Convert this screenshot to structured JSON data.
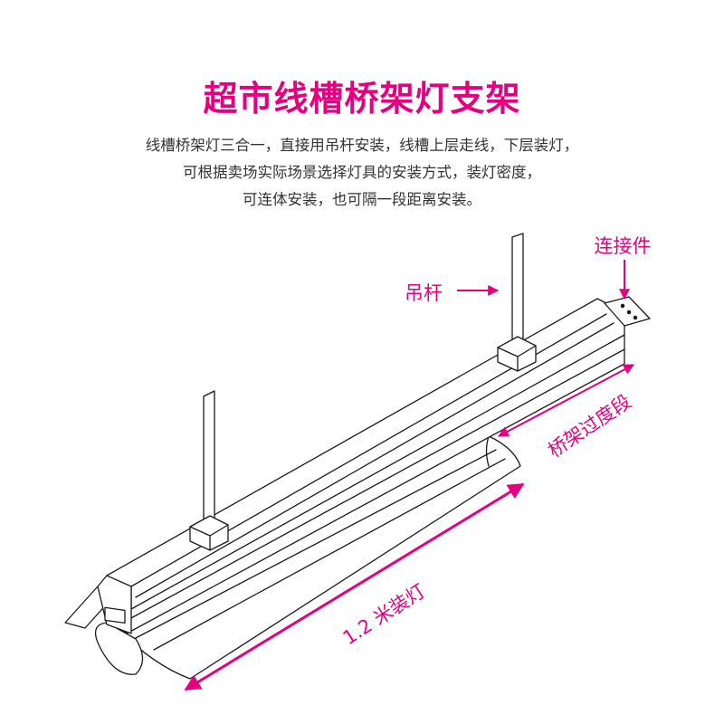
{
  "title": "超市线槽桥架灯支架",
  "description": [
    "线槽桥架灯三合一，直接用吊杆安装，线槽上层走线，下层装灯，",
    "可根据卖场实际场景选择灯具的安装方式，装灯密度，",
    "可连体安装，也可隔一段距离安装。"
  ],
  "labels": {
    "connector": "连接件",
    "rod": "吊杆",
    "transition": "桥架过度段",
    "lamp": "1.2 米装灯"
  },
  "colors": {
    "accent": "#E4007F",
    "line": "#1a1a1a",
    "text": "#333333"
  }
}
